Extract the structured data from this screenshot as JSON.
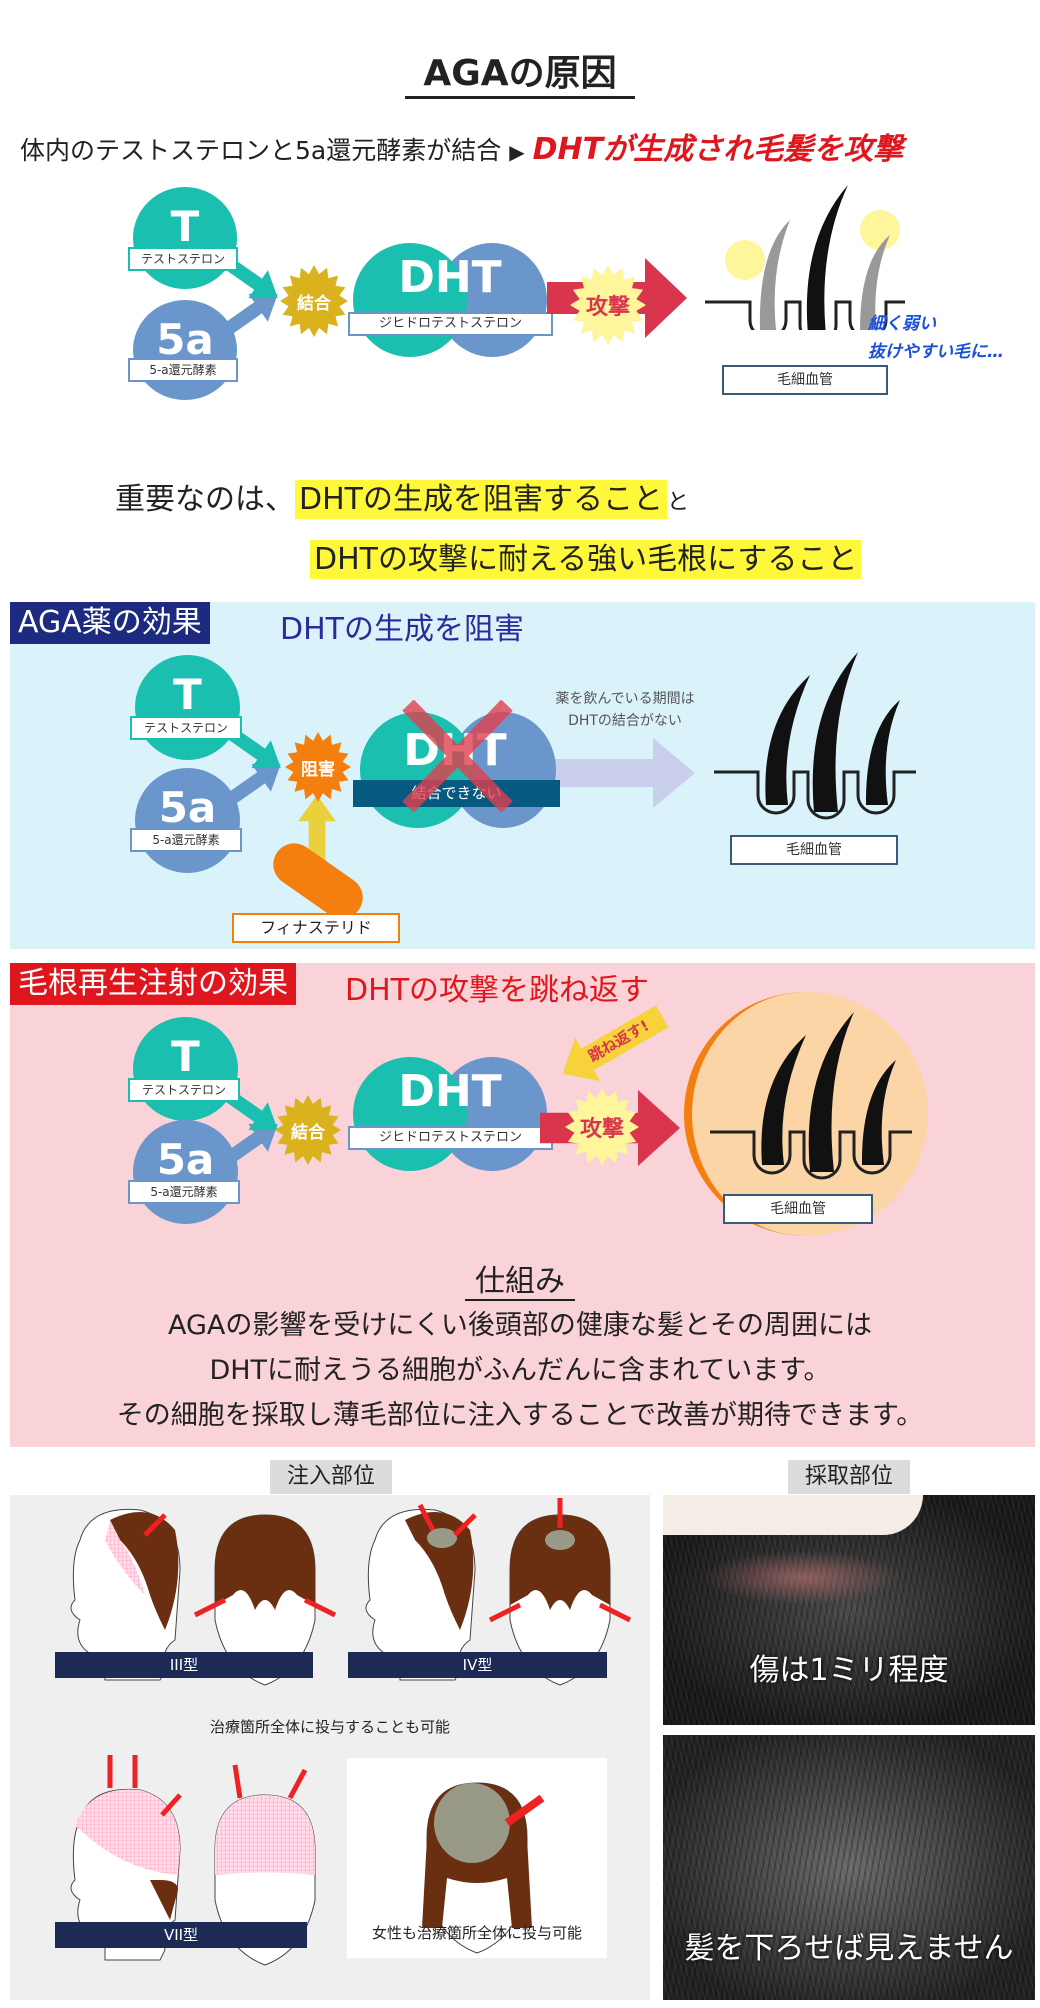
{
  "title": "AGAの原因",
  "subtitle": {
    "lead": "体内のテストステロンと5a還元酵素が結合",
    "triangle": "▶",
    "emphasis": "DHTが生成され毛髪を攻撃"
  },
  "diagram": {
    "t": "T",
    "t_label": "テストステロン",
    "five_a": "5a",
    "five_a_label": "5-a還元酵素",
    "bind": "結合",
    "dht": "DHT",
    "dht_label": "ジヒドロテストステロン",
    "attack": "攻撃",
    "capillary": "毛細血管",
    "weak_line1": "細く弱い",
    "weak_line2": "抜けやすい毛に…"
  },
  "important": {
    "lead": "重要なのは、",
    "hl1": "DHTの生成を阻害すること",
    "and": "と",
    "hl2": "DHTの攻撃に耐える強い毛根にすること"
  },
  "medicine": {
    "header": "AGA薬の効果",
    "subheader": "DHTの生成を阻害",
    "block": "阻害",
    "cannot_bind": "結合できない",
    "note1": "薬を飲んでいる期間は",
    "note2": "DHTの結合がない",
    "drug": "フィナステリド"
  },
  "injection": {
    "header": "毛根再生注射の効果",
    "subheader": "DHTの攻撃を跳ね返す",
    "bounce": "跳ね返す!",
    "mechanism_title": "仕組み",
    "lines": [
      "AGAの影響を受けにくい後頭部の健康な髪とその周囲には",
      "DHTに耐えうる細胞がふんだんに含まれています。",
      "その細胞を採取し薄毛部位に注入することで改善が期待できます。"
    ]
  },
  "sites": {
    "injection_label": "注入部位",
    "harvest_label": "採取部位",
    "type3": "III型",
    "type4": "IV型",
    "type7": "VII型",
    "whole_area": "治療箇所全体に投与することも可能",
    "female": "女性も治療箇所全体に投与可能",
    "photo1_caption": "傷は1ミリ程度",
    "photo2_caption": "髪を下ろせば見えません"
  },
  "colors": {
    "teal": "#1bbfb0",
    "blue": "#6b96cc",
    "red": "#e0161e",
    "navy": "#1c2a80",
    "pink_bg": "#f9d3d8",
    "blue_bg": "#daf3fb"
  }
}
